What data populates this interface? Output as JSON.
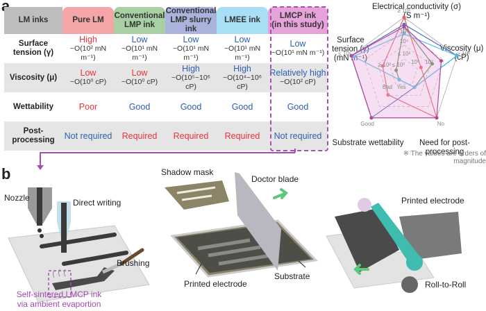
{
  "panel_a": {
    "label": "a",
    "table": {
      "header_label": "LM inks",
      "columns": [
        {
          "name": "Pure LM",
          "color": "#f4a5a8"
        },
        {
          "name": "Conventional LMP ink",
          "color": "#a9cfa4"
        },
        {
          "name": "Conventional LMP slurry ink",
          "color": "#a9b3dc"
        },
        {
          "name": "LMEE ink",
          "color": "#a9dff4"
        },
        {
          "name": "LMCP ink (in this study)",
          "color": "#e6a3da"
        }
      ],
      "column_lines": [
        [
          "Pure LM",
          ""
        ],
        [
          "Conventional",
          "LMP ink"
        ],
        [
          "Conventional",
          "LMP slurry ink"
        ],
        [
          "LMEE ink",
          ""
        ],
        [
          "LMCP ink",
          "(in this study)"
        ]
      ],
      "rows": [
        {
          "label": [
            "Surface",
            "tension (γ)"
          ],
          "cells": [
            {
              "value": "High",
              "tone": "red",
              "detail": "~O(10² mN m⁻¹)"
            },
            {
              "value": "Low",
              "tone": "blue",
              "detail": "~O(10¹ mN m⁻¹)"
            },
            {
              "value": "Low",
              "tone": "blue",
              "detail": "~O(10¹ mN m⁻¹)"
            },
            {
              "value": "Low",
              "tone": "blue",
              "detail": "~O(10¹ mN m⁻¹)"
            },
            {
              "value": "Low",
              "tone": "blue",
              "detail": "~O(10¹ mN m⁻¹)"
            }
          ]
        },
        {
          "label": [
            "Viscosity (μ)",
            ""
          ],
          "cells": [
            {
              "value": "Low",
              "tone": "red",
              "detail": "~O(10⁰ cP)"
            },
            {
              "value": "Low",
              "tone": "red",
              "detail": "~O(10⁰ cP)"
            },
            {
              "value": "High",
              "tone": "blue",
              "detail": "~O(10⁵~10⁶ cP)"
            },
            {
              "value": "High",
              "tone": "blue",
              "detail": "~O(10⁴~10⁶ cP)"
            },
            {
              "value": "Relatively high",
              "tone": "blue",
              "detail": "~O(10² cP)"
            }
          ]
        },
        {
          "label": [
            "Wettability",
            ""
          ],
          "cells": [
            {
              "value": "Poor",
              "tone": "red",
              "detail": ""
            },
            {
              "value": "Good",
              "tone": "blue",
              "detail": ""
            },
            {
              "value": "Good",
              "tone": "blue",
              "detail": ""
            },
            {
              "value": "Good",
              "tone": "blue",
              "detail": ""
            },
            {
              "value": "Good",
              "tone": "blue",
              "detail": ""
            }
          ]
        },
        {
          "label": [
            "Post-processing",
            ""
          ],
          "cells": [
            {
              "value": "Not required",
              "tone": "blue",
              "detail": ""
            },
            {
              "value": "Required",
              "tone": "red",
              "detail": ""
            },
            {
              "value": "Required",
              "tone": "red",
              "detail": ""
            },
            {
              "value": "Required",
              "tone": "red",
              "detail": ""
            },
            {
              "value": "Not required",
              "tone": "blue",
              "detail": ""
            }
          ]
        }
      ]
    },
    "radar": {
      "axes": [
        {
          "title": [
            "Electrical conductivity (σ)",
            "(S m⁻¹)"
          ],
          "outer_tick": "≥ 10⁶"
        },
        {
          "title": [
            "Viscosity (μ)",
            "(cP)"
          ],
          "outer_tick": "≥ 10³"
        },
        {
          "title": [
            "Need for post-processing",
            ""
          ],
          "outer_tick": "No"
        },
        {
          "title": [
            "Substrate wettability",
            ""
          ],
          "outer_tick": "Good"
        },
        {
          "title": [
            "Surface",
            "tension (γ)",
            "(mN m⁻¹)"
          ],
          "outer_tick": "≤ 10¹"
        }
      ],
      "inner_ticks": [
        "10⁵",
        "10⁴",
        "≤ 10³",
        "10⁰",
        "10²",
        "≤ 10⁰",
        "≥ 10²",
        "Bad",
        "Yes"
      ],
      "series": [
        {
          "name": "Pure LM",
          "color": "#f05a5e",
          "values": [
            1.0,
            0.2,
            1.0,
            0.4,
            0.3
          ]
        },
        {
          "name": "Conventional LMP ink",
          "color": "#5a8a4a",
          "values": [
            0.8,
            0.45,
            0.2,
            0.0,
            0.0
          ]
        },
        {
          "name": "Conventional LMP slurry ink",
          "color": "#4d6fc4",
          "values": [
            0.85,
            1.0,
            0.2,
            1.0,
            1.0
          ]
        },
        {
          "name": "LMEE ink",
          "color": "#4cc0e8",
          "values": [
            0.65,
            1.0,
            0.2,
            0.0,
            0.95
          ]
        },
        {
          "name": "LMCP ink (in this study)",
          "color": "#b0479a",
          "values": [
            0.8,
            0.65,
            1.0,
            1.0,
            1.0
          ]
        }
      ],
      "note": "※ The values are orders of magnitude"
    }
  },
  "panel_b": {
    "label": "b",
    "left": {
      "nozzle": "Nozzle",
      "direct_writing": "Direct writing",
      "brushing": "Brushing",
      "caption": [
        "Self-sintered LMCP ink",
        "via ambient evaportion"
      ]
    },
    "middle": {
      "shadow_mask": "Shadow mask",
      "doctor_blade": "Doctor blade",
      "printed_electrode": "Printed electrode",
      "substrate": "Substrate"
    },
    "right": {
      "printed_electrode": "Printed electrode",
      "roll_to_roll": "Roll-to-Roll"
    }
  }
}
